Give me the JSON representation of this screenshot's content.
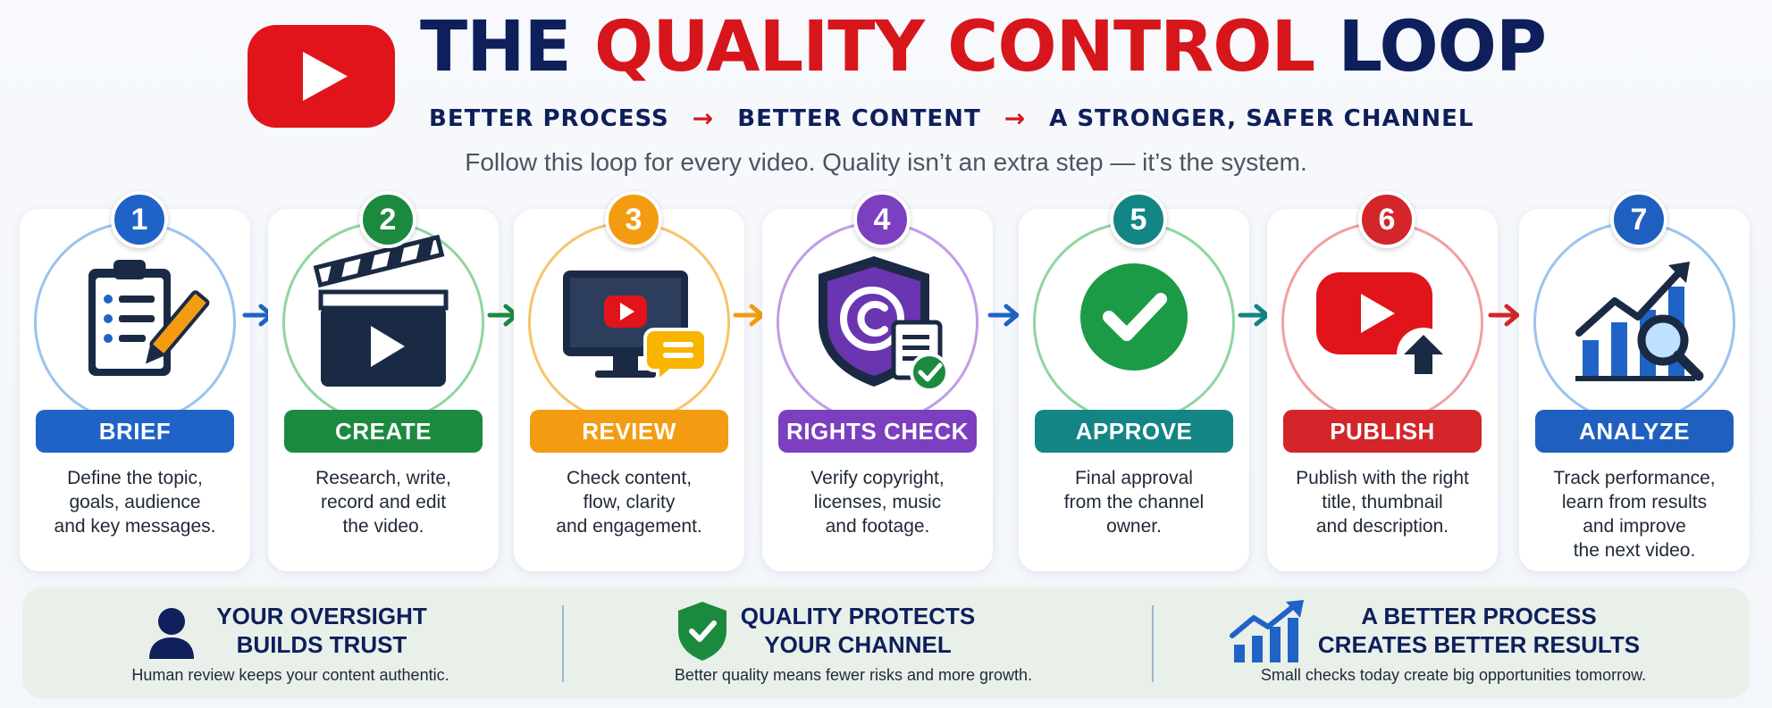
{
  "header": {
    "title_parts": [
      "THE",
      "QUALITY CONTROL",
      "LOOP"
    ],
    "tagline": [
      "BETTER PROCESS",
      "BETTER CONTENT",
      "A STRONGER, SAFER CHANNEL"
    ],
    "tagline_arrow": "→",
    "subtitle": "Follow this loop for every video. Quality isn’t an extra step — it’s the system."
  },
  "colors": {
    "navy": "#0e1f5b",
    "red": "#d7161c",
    "step_colors": [
      "#1f63c6",
      "#1c8a3e",
      "#f39c12",
      "#7b3fbf",
      "#138584",
      "#d3252a",
      "#1f5fbf"
    ]
  },
  "steps": [
    {
      "number": "1",
      "label": "BRIEF",
      "icon": "clipboard-pencil-icon",
      "description": "Define the topic,\ngoals, audience\nand key messages."
    },
    {
      "number": "2",
      "label": "CREATE",
      "icon": "clapperboard-icon",
      "description": "Research, write,\nrecord and edit\nthe video."
    },
    {
      "number": "3",
      "label": "REVIEW",
      "icon": "monitor-comment-icon",
      "description": "Check content,\nflow, clarity\nand engagement."
    },
    {
      "number": "4",
      "label": "RIGHTS CHECK",
      "icon": "copyright-shield-icon",
      "description": "Verify copyright,\nlicenses, music\nand footage."
    },
    {
      "number": "5",
      "label": "APPROVE",
      "icon": "checkmark-circle-icon",
      "description": "Final approval\nfrom the channel\nowner."
    },
    {
      "number": "6",
      "label": "PUBLISH",
      "icon": "play-upload-icon",
      "description": "Publish with the right\ntitle, thumbnail\nand description."
    },
    {
      "number": "7",
      "label": "ANALYZE",
      "icon": "chart-magnifier-icon",
      "description": "Track performance,\nlearn from results\nand improve\nthe next video."
    }
  ],
  "footer": [
    {
      "heading": "YOUR OVERSIGHT\nBUILDS TRUST",
      "text": "Human review keeps your content authentic.",
      "icon": "person-icon"
    },
    {
      "heading": "QUALITY PROTECTS\nYOUR CHANNEL",
      "text": "Better quality means fewer risks and more growth.",
      "icon": "shield-check-icon"
    },
    {
      "heading": "A BETTER PROCESS\nCREATES BETTER RESULTS",
      "text": "Small checks today create big opportunities tomorrow.",
      "icon": "growth-chart-icon"
    }
  ]
}
